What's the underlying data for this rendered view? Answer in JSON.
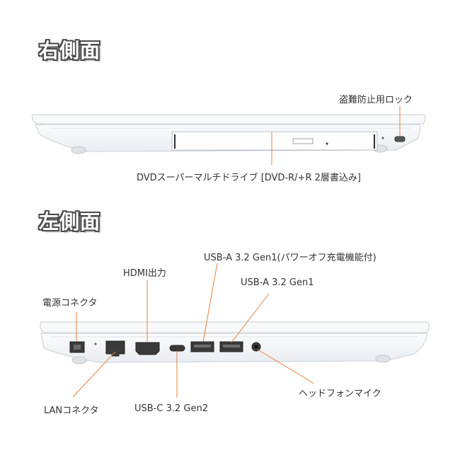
{
  "right_side": {
    "heading": "右側面",
    "labels": {
      "security_lock": "盗難防止用ロック",
      "dvd_drive": "DVDスーパーマルチドライブ [DVD-R/+R 2層書込み]"
    }
  },
  "left_side": {
    "heading": "左側面",
    "labels": {
      "power_connector": "電源コネクタ",
      "hdmi": "HDMI出力",
      "usb_a_power_off_charge": "USB-A 3.2 Gen1(パワーオフ充電機能付)",
      "usb_a": "USB-A 3.2 Gen1",
      "lan": "LANコネクタ",
      "usb_c": "USB-C 3.2 Gen2",
      "headphone_mic": "ヘッドフォンマイク"
    }
  },
  "colors": {
    "leader_line": "#e8803a",
    "heading_outline": "#4a4a4a",
    "body_shell": "#f4f6f8"
  }
}
